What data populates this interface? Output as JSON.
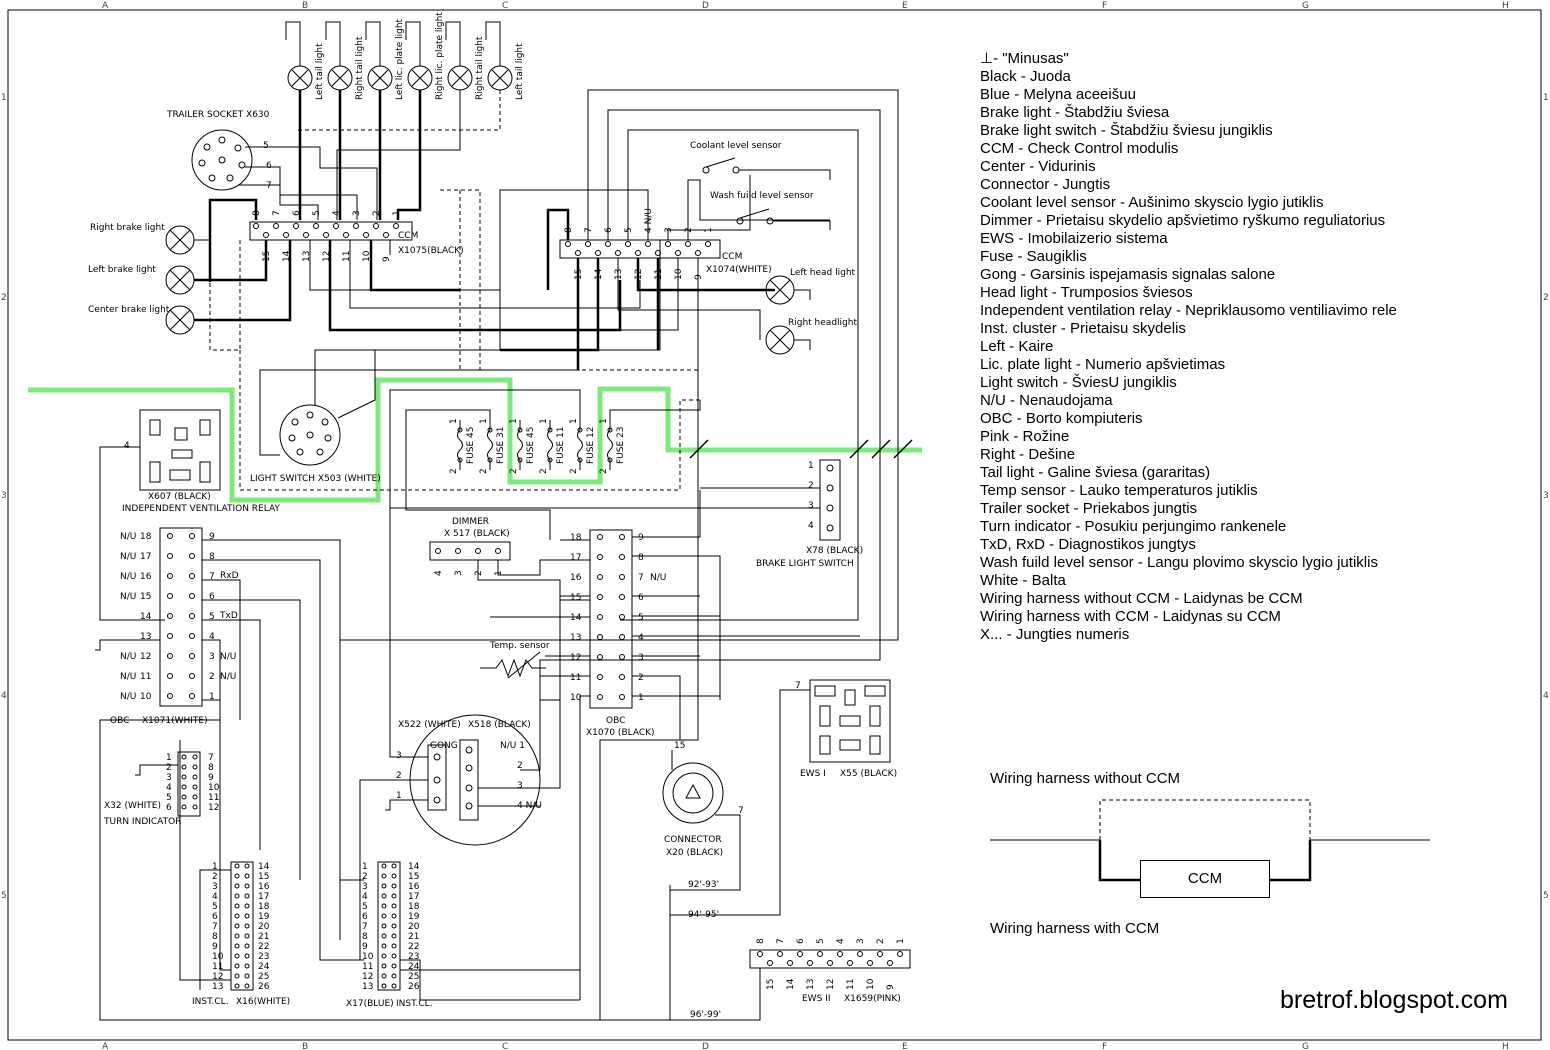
{
  "grid": {
    "cols": [
      "A",
      "B",
      "C",
      "D",
      "E",
      "F",
      "G",
      "H"
    ],
    "rows": [
      "1",
      "2",
      "3",
      "4",
      "5"
    ]
  },
  "legend": [
    "⊥- \"Minusas\"",
    "Black - Juoda",
    "Blue - Melyna aceeišuu",
    "Brake light - Štabdžiu šviesa",
    "Brake light switch - Štabdžiu šviesu jungiklis",
    "CCM - Check Control modulis",
    "Center - Vidurinis",
    "Connector - Jungtis",
    "Coolant level sensor - Aušinimo skyscio lygio jutiklis",
    "Dimmer - Prietaisu skydelio apšvietimo ryškumo reguliatorius",
    "EWS - Imobilaizerio sistema",
    "Fuse - Saugiklis",
    "Gong - Garsinis ispejamasis signalas salone",
    "Head light - Trumposios šviesos",
    "Independent ventilation relay - Nepriklausomo ventiliavimo rele",
    "Inst. cluster - Prietaisu skydelis",
    "Left - Kaire",
    "Lic. plate light - Numerio apšvietimas",
    "Light switch - ŠviesU jungiklis",
    "N/U - Nenaudojama",
    "OBC - Borto kompiuteris",
    "Pink - Rožine",
    "Right - Dešine",
    "Tail light - Galine šviesa (gararitas)",
    "Temp sensor - Lauko temperaturos jutiklis",
    "Trailer socket - Priekabos jungtis",
    "Turn indicator - Posukiu perjungimo rankenele",
    "TxD, RxD - Diagnostikos jungtys",
    "Wash fuild level sensor - Langu plovimo skyscio lygio jutiklis",
    "White - Balta",
    "Wiring harness without CCM - Laidynas be CCM",
    "Wiring harness with CCM - Laidynas su CCM",
    "X... - Jungties numeris"
  ],
  "harness_key": {
    "without": "Wiring harness without CCM",
    "with": "Wiring harness with CCM",
    "box": "CCM"
  },
  "watermark": "bretrof.blogspot.com",
  "labels": {
    "trailer_socket": "TRAILER SOCKET  X630",
    "right_brake": "Right brake light",
    "left_brake": "Left brake light",
    "center_brake": "Center brake light",
    "ccm": "CCM",
    "x1075": "X1075(BLACK)",
    "x1074": "X1074(WHITE)",
    "coolant": "Coolant level sensor",
    "wash": "Wash fuild level sensor",
    "left_head": "Left head light",
    "right_head": "Right headlight",
    "light_switch": "LIGHT SWITCH  X503 (WHITE)",
    "x607": "X607 (BLACK)",
    "ivr": "INDEPENDENT VENTILATION RELAY",
    "dimmer": "DIMMER",
    "x517": "X 517 (BLACK)",
    "x78": "X78 (BLACK)",
    "brake_switch": "BRAKE LIGHT SWITCH",
    "obc_left": "OBC",
    "x1071": "X1071(WHITE)",
    "obc_right": "OBC",
    "x1070": "X1070 (BLACK)",
    "temp": "Temp. sensor",
    "x522": "X522 (WHITE)",
    "x518": "X518 (BLACK)",
    "gong": "GONG",
    "connector": "CONNECTOR",
    "x20": "X20 (BLACK)",
    "ews1": "EWS I",
    "x55": "X55 (BLACK)",
    "x32": "X32 (WHITE)",
    "turn": "TURN INDICATOR",
    "inst1": "INST.CL.",
    "x16": "X16(WHITE)",
    "x17": "X17(BLUE)",
    "inst2": "INST.CL.",
    "ews2": "EWS II",
    "x1659": "X1659(PINK)",
    "w9293": "92'-93'",
    "w9495": "94'-95'",
    "w9699": "96'-99'",
    "rxd": "RxD",
    "txd": "TxD",
    "nu": "N/U"
  },
  "lamps_top": [
    "Left tail light",
    "Right tail light",
    "Left lic. plate light",
    "Right lic. plate light",
    "Right tail light",
    "Left tail light"
  ],
  "fuses": [
    "FUSE 45",
    "FUSE 31",
    "FUSE 45",
    "FUSE 11",
    "FUSE 12",
    "FUSE 23"
  ],
  "colors": {
    "highlight": "#7de87d",
    "line": "#000000"
  }
}
